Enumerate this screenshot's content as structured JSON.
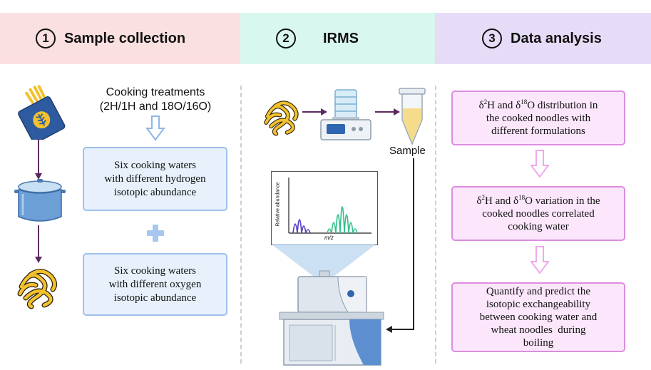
{
  "steps": [
    {
      "number": "1",
      "title": "Sample collection"
    },
    {
      "number": "2",
      "title": "IRMS"
    },
    {
      "number": "3",
      "title": "Data analysis"
    }
  ],
  "collection": {
    "cooking_treatments_line1": "Cooking treatments",
    "cooking_treatments_line2": "(2H/1H and 18O/16O)",
    "box_hydrogen_line1": "Six cooking waters",
    "box_hydrogen_line2": "with different hydrogen",
    "box_hydrogen_line3": "isotopic abundance",
    "box_oxygen_line1": "Six cooking waters",
    "box_oxygen_line2": "with different oxygen",
    "box_oxygen_line3": "isotopic abundance"
  },
  "irms": {
    "sample_label": "Sample",
    "spectrum_ylabel": "Relative abundance",
    "spectrum_xlabel": "m/z"
  },
  "analysis": {
    "delta": "δ",
    "sup_2": "2",
    "sup_18": "18",
    "box1_H": "H and ",
    "box1_tail": "O distribution in",
    "box1_line2": "the cooked noodles with",
    "box1_line3": "different formulations",
    "box2_H": "H and ",
    "box2_tail": "O variation in the",
    "box2_line2": "cooked noodles correlated",
    "box2_line3": "cooking water",
    "box3_line1": "Quantify and predict the",
    "box3_line2": "isotopic exchangeability",
    "box3_line3": "between cooking water and",
    "box3_line4": "wheat noodles  during",
    "box3_line5": "boiling"
  },
  "colors": {
    "header_collection": "#fbe0e1",
    "header_irms": "#d8f7ef",
    "header_analysis": "#e6dcf7",
    "blue_box_fill": "#e7f0fb",
    "blue_box_border": "#9fc0ec",
    "pink_box_fill": "#fbe6fb",
    "pink_box_border": "#dc8ee0",
    "arrow_purple": "#5b2a5e",
    "noodle_yellow": "#f2c12e"
  }
}
